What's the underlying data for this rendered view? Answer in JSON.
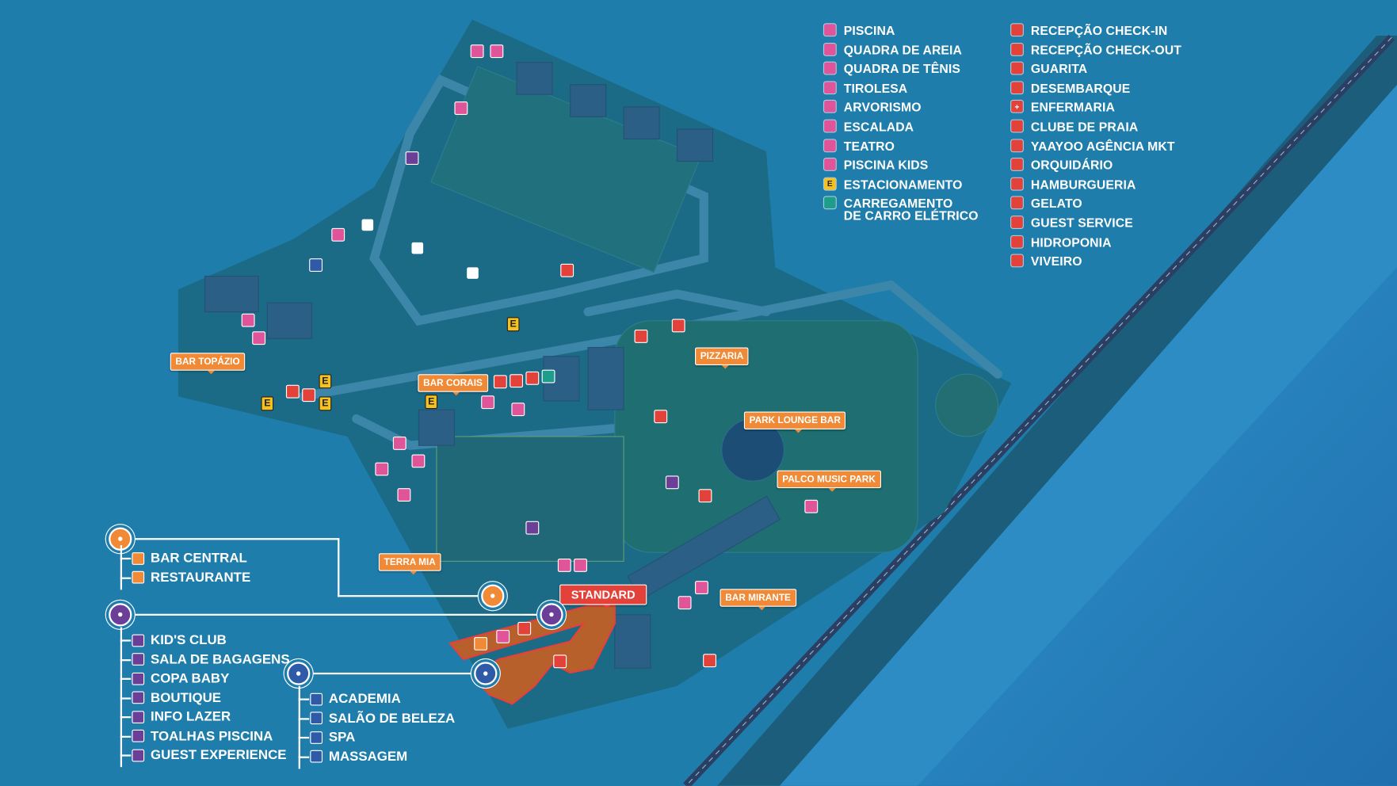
{
  "legend": {
    "left": [
      {
        "label": "PISCINA",
        "icon": "pool-icon",
        "color": "#e0559a"
      },
      {
        "label": "QUADRA DE AREIA",
        "icon": "beach-volley-icon",
        "color": "#e0559a"
      },
      {
        "label": "QUADRA DE TÊNIS",
        "icon": "tennis-icon",
        "color": "#e0559a"
      },
      {
        "label": "TIROLESA",
        "icon": "zipline-icon",
        "color": "#e0559a"
      },
      {
        "label": "ARVORISMO",
        "icon": "tree-climbing-icon",
        "color": "#e0559a"
      },
      {
        "label": "ESCALADA",
        "icon": "climbing-icon",
        "color": "#e0559a"
      },
      {
        "label": "TEATRO",
        "icon": "theater-icon",
        "color": "#e0559a"
      },
      {
        "label": "PISCINA KIDS",
        "icon": "kids-pool-icon",
        "color": "#e0559a"
      },
      {
        "label": "ESTACIONAMENTO",
        "icon": "parking-icon",
        "color": "#f6c11d",
        "glyph": "E"
      },
      {
        "label": "CARREGAMENTO\nDE CARRO ELÉTRICO",
        "icon": "ev-charging-icon",
        "color": "#1e9e8a"
      }
    ],
    "right": [
      {
        "label": "RECEPÇÃO CHECK-IN",
        "icon": "reception-bell-icon",
        "color": "#e2423a"
      },
      {
        "label": "RECEPÇÃO CHECK-OUT",
        "icon": "walking-luggage-icon",
        "color": "#e2423a"
      },
      {
        "label": "GUARITA",
        "icon": "guardhouse-icon",
        "color": "#e2423a"
      },
      {
        "label": "DESEMBARQUE",
        "icon": "car-icon",
        "color": "#e2423a"
      },
      {
        "label": "ENFERMARIA",
        "icon": "first-aid-icon",
        "color": "#e2423a",
        "glyph": "+"
      },
      {
        "label": "CLUBE DE PRAIA",
        "icon": "beach-umbrella-icon",
        "color": "#e2423a"
      },
      {
        "label": "YAAYOO AGÊNCIA MKT",
        "icon": "yaayoo-icon",
        "color": "#e2423a"
      },
      {
        "label": "ORQUIDÁRIO",
        "icon": "orchid-icon",
        "color": "#e2423a"
      },
      {
        "label": "HAMBURGUERIA",
        "icon": "burger-icon",
        "color": "#e2423a"
      },
      {
        "label": "GELATO",
        "icon": "ice-cream-icon",
        "color": "#e2423a"
      },
      {
        "label": "GUEST SERVICE",
        "icon": "guest-service-icon",
        "color": "#e2423a"
      },
      {
        "label": "HIDROPONIA",
        "icon": "hydroponics-icon",
        "color": "#e2423a"
      },
      {
        "label": "VIVEIRO",
        "icon": "nursery-icon",
        "color": "#e2423a"
      }
    ]
  },
  "groups": {
    "food": {
      "color": "#f08a36",
      "items": [
        {
          "label": "BAR CENTRAL",
          "icon": "cocktail-icon"
        },
        {
          "label": "RESTAURANTE",
          "icon": "cutlery-icon"
        }
      ]
    },
    "services": {
      "color": "#6b3f98",
      "items": [
        {
          "label": "KID'S CLUB",
          "icon": "kids-club-icon"
        },
        {
          "label": "SALA DE BAGAGENS",
          "icon": "luggage-room-icon"
        },
        {
          "label": "COPA BABY",
          "icon": "baby-icon"
        },
        {
          "label": "BOUTIQUE",
          "icon": "boutique-icon"
        },
        {
          "label": "INFO LAZER",
          "icon": "info-leisure-icon"
        },
        {
          "label": "TOALHAS PISCINA",
          "icon": "towel-icon"
        },
        {
          "label": "GUEST EXPERIENCE",
          "icon": "guest-experience-icon"
        }
      ]
    },
    "spa": {
      "color": "#2e5aa8",
      "items": [
        {
          "label": "ACADEMIA",
          "icon": "treadmill-icon"
        },
        {
          "label": "SALÃO DE BELEZA",
          "icon": "hair-dryer-icon"
        },
        {
          "label": "SPA",
          "icon": "spa-stones-icon"
        },
        {
          "label": "MASSAGEM",
          "icon": "massage-icon"
        }
      ]
    }
  },
  "map_labels": {
    "bar_topazio": "BAR TOPÁZIO",
    "bar_corais": "BAR CORAIS",
    "pizzaria": "PIZZARIA",
    "park_lounge_bar": "PARK LOUNGE BAR",
    "palco_music_park": "PALCO MUSIC PARK",
    "terra_mia": "TERRA MIA",
    "bar_mirante": "BAR MIRANTE",
    "standard": "STANDARD"
  },
  "colors": {
    "background": "#1f7dac",
    "land": "#1c6d88",
    "ocean": "#3a9fd6",
    "sand": "#2f8cc4",
    "trees": "#1a5f78",
    "activity": "#e0559a",
    "service": "#e2423a",
    "label": "#f08a36"
  }
}
